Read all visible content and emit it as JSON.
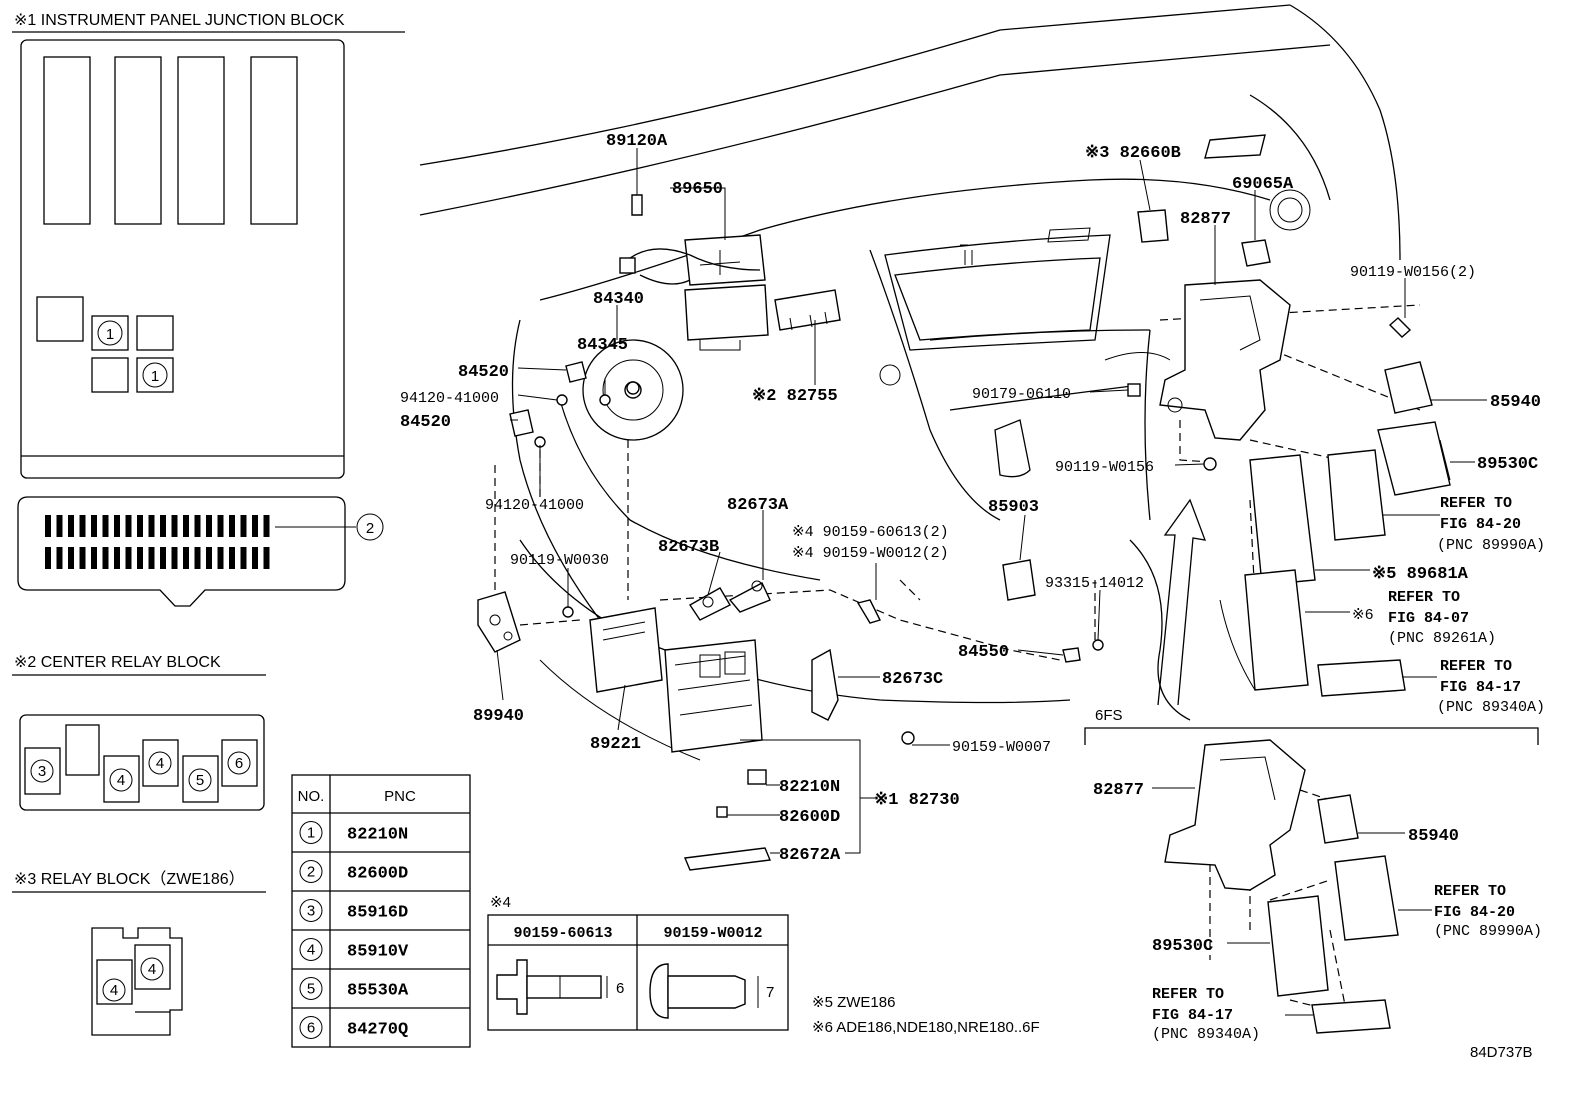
{
  "diagram_id": "84D737B",
  "notes": {
    "n1_title": "※1 INSTRUMENT PANEL JUNCTION BLOCK",
    "n2_title": "※2 CENTER RELAY BLOCK",
    "n3_title": "※3 RELAY BLOCK（ZWE186）",
    "n4_mark": "※4",
    "n5": "※5  ZWE186",
    "n6": "※6  ADE186,NDE180,NRE180..6F",
    "section_6fs": "6FS"
  },
  "circle_markers": [
    "1",
    "2",
    "3",
    "4",
    "5",
    "6"
  ],
  "pnc_table": {
    "col_no": "NO.",
    "col_pnc": "PNC",
    "rows": [
      {
        "no": "1",
        "pnc": "82210N"
      },
      {
        "no": "2",
        "pnc": "82600D"
      },
      {
        "no": "3",
        "pnc": "85916D"
      },
      {
        "no": "4",
        "pnc": "85910V"
      },
      {
        "no": "5",
        "pnc": "85530A"
      },
      {
        "no": "6",
        "pnc": "84270Q"
      }
    ]
  },
  "bolt_table": {
    "left_pn": "90159-60613",
    "right_pn": "90159-W0012",
    "left_dim": "6",
    "right_dim": "7"
  },
  "part_labels": {
    "p89120A": "89120A",
    "p89650": "89650",
    "p84340": "84340",
    "p84345": "84345",
    "p84520a": "84520",
    "p84520b": "84520",
    "p94120a": "94120-41000",
    "p94120b": "94120-41000",
    "p82755": "※2 82755",
    "p82660B": "※3 82660B",
    "p69065A": "69065A",
    "p82877a": "82877",
    "p90119_2": "90119-W0156(2)",
    "p85940a": "85940",
    "p89530Ca": "89530C",
    "p90179": "90179-06110",
    "p90119_w0156": "90119-W0156",
    "p82673A": "82673A",
    "p82673B": "82673B",
    "p90159_60613": "※4 90159-60613(2)",
    "p90159_w0012": "※4 90159-W0012(2)",
    "p90119_w0030": "90119-W0030",
    "p85903": "85903",
    "p93315": "93315-14012",
    "p89681A": "※5 89681A",
    "p84550": "84550",
    "p89940": "89940",
    "p89221": "89221",
    "p82673C": "82673C",
    "p90159_w0007": "90159-W0007",
    "p82210N": "82210N",
    "p82730": "※1 82730",
    "p82600D": "82600D",
    "p82672A": "82672A",
    "p82877b": "82877",
    "p85940b": "85940",
    "p89530Cb": "89530C"
  },
  "refer_notes": {
    "r1_l1": "REFER TO",
    "r1_l2": "FIG 84-20",
    "r1_l3": "(PNC 89990A)",
    "r2_l1": "REFER TO",
    "r2_l2": "FIG 84-07",
    "r2_l3": "(PNC 89261A)",
    "r3_l1": "REFER TO",
    "r3_l2": "FIG 84-17",
    "r3_l3": "(PNC 89340A)",
    "r4_l1": "REFER TO",
    "r4_l2": "FIG 84-20",
    "r4_l3": "(PNC 89990A)",
    "r5_l1": "REFER TO",
    "r5_l2": "FIG 84-17",
    "r5_l3": "(PNC 89340A)",
    "r6_mark": "※6"
  }
}
